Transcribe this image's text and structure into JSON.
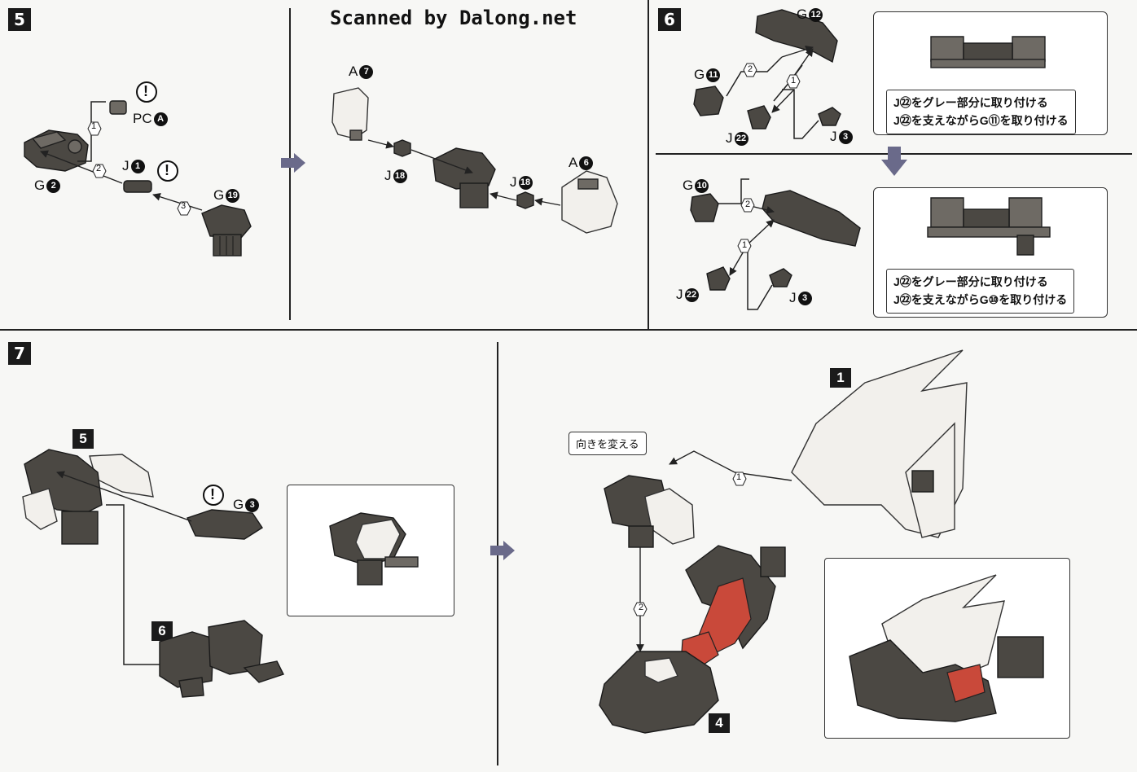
{
  "watermark": "Scanned by Dalong.net",
  "steps": {
    "s5": "5",
    "s6": "6",
    "s7": "7"
  },
  "step5": {
    "pc_a": "PC",
    "pc_a_num": "A",
    "g2": "G",
    "g2_num": "2",
    "j1": "J",
    "j1_num": "1",
    "g19": "G",
    "g19_num": "19",
    "a7": "A",
    "a7_num": "7",
    "a6": "A",
    "a6_num": "6",
    "j18a": "J",
    "j18a_num": "18",
    "j18b": "J",
    "j18b_num": "18",
    "seq1": "1",
    "seq2": "2",
    "seq3": "3",
    "warn": "!"
  },
  "step6": {
    "g12": "G",
    "g12_num": "12",
    "g11": "G",
    "g11_num": "11",
    "j22a": "J",
    "j22a_num": "22",
    "j3a": "J",
    "j3a_num": "3",
    "g10": "G",
    "g10_num": "10",
    "j22b": "J",
    "j22b_num": "22",
    "j3b": "J",
    "j3b_num": "3",
    "note1_line1": "J㉒をグレー部分に取り付ける",
    "note1_line2": "J㉒を支えながらG⑪を取り付ける",
    "note2_line1": "J㉒をグレー部分に取り付ける",
    "note2_line2": "J㉒を支えながらG⑩を取り付ける",
    "seq1": "1",
    "seq2": "2"
  },
  "step7": {
    "ref5": "5",
    "ref6": "6",
    "g3": "G",
    "g3_num": "3",
    "warn": "!",
    "ref1": "1",
    "ref4": "4",
    "turn_tag": "向きを変える",
    "seq1": "1",
    "seq2": "2"
  },
  "colors": {
    "part_gray": "#6e6a64",
    "part_white": "#f2f0ec",
    "accent_red": "#c9493a"
  }
}
